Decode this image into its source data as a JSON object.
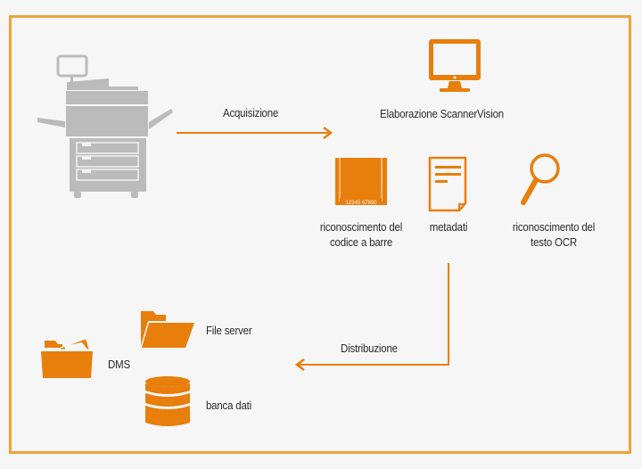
{
  "colors": {
    "accent": "#e87e0c",
    "frame": "#f0a238",
    "printer": "#bbbbbb",
    "background": "#f6f6f6",
    "text": "#2b2b2b"
  },
  "diagram": {
    "source": {
      "icon": "multifunction-printer-icon"
    },
    "arrows": {
      "acquisition": "Acquisizione",
      "distribution": "Distribuzione"
    },
    "processing": {
      "icon": "monitor-icon",
      "label": "Elaborazione ScannerVision",
      "features": [
        {
          "icon": "barcode-icon",
          "line1": "riconoscimento del",
          "line2": "codice a barre",
          "barcode_digits": "12345 67890"
        },
        {
          "icon": "document-icon",
          "line1": "metadati",
          "line2": ""
        },
        {
          "icon": "magnifier-icon",
          "line1": "riconoscimento del",
          "line2": "testo OCR"
        }
      ]
    },
    "destinations": [
      {
        "icon": "folder-documents-icon",
        "label": "DMS"
      },
      {
        "icon": "open-folder-icon",
        "label": "File server"
      },
      {
        "icon": "database-icon",
        "label": "banca dati"
      }
    ]
  }
}
